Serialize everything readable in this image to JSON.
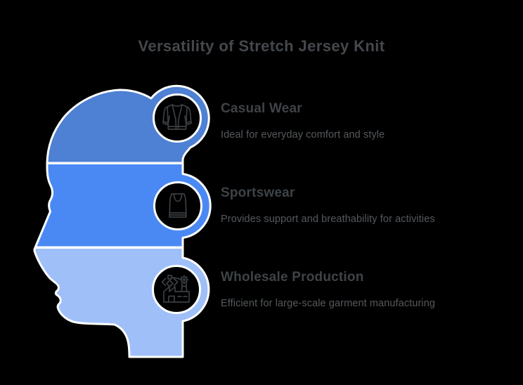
{
  "title": "Versatility of Stretch Jersey Knit",
  "items": [
    {
      "heading": "Casual Wear",
      "description": "Ideal for everyday comfort and style",
      "icon": "cardigan-icon"
    },
    {
      "heading": "Sportswear",
      "description": "Provides support and breathability for activities",
      "icon": "sports-top-icon"
    },
    {
      "heading": "Wholesale Production",
      "description": "Efficient for large-scale garment manufacturing",
      "icon": "factory-icon"
    }
  ],
  "figure": {
    "name": "head-profile-silhouette",
    "bands": [
      "top",
      "middle",
      "bottom"
    ]
  },
  "colors": {
    "background": "#000000",
    "band_top": "#4e80d3",
    "band_middle": "#4a89f3",
    "band_bottom": "#9fbff8",
    "outline": "#ffffff",
    "title_text": "#44484c",
    "heading_text": "#3e4347",
    "description_text": "#55595d",
    "icon_stroke": "#3a3f43"
  }
}
